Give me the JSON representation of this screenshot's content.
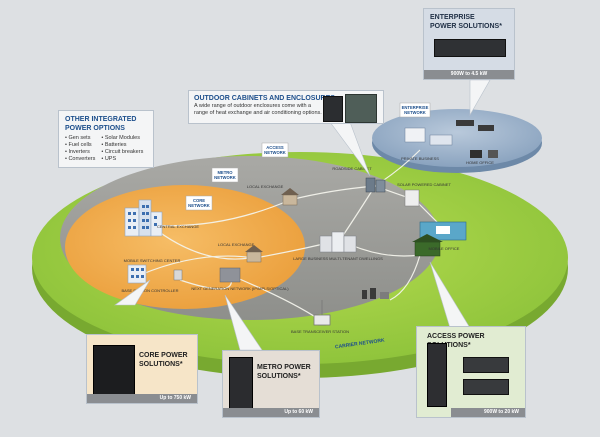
{
  "other_options": {
    "title_lines": [
      "OTHER INTEGRATED",
      "POWER OPTIONS"
    ],
    "col1": [
      "• Gen sets",
      "• Fuel cells",
      "• Inverters",
      "• Converters"
    ],
    "col2": [
      "• Solar Modules",
      "• Batteries",
      "• Circuit breakers",
      "• UPS"
    ]
  },
  "outdoor": {
    "title": "OUTDOOR CABINETS AND ENCLOSURES",
    "desc_lines": [
      "A wide range of outdoor enclosures come with a",
      "range of heat exchange and air conditioning options."
    ]
  },
  "enterprise_callout": {
    "title_lines": [
      "ENTERPRISE",
      "POWER SOLUTIONS*"
    ],
    "range": "900W  to  4.5 kW"
  },
  "core": {
    "title_lines": [
      "CORE POWER",
      "SOLUTIONS*"
    ],
    "range": "Up to 750 kW"
  },
  "metro_callout": {
    "title_lines": [
      "METRO POWER",
      "SOLUTIONS*"
    ],
    "range": "Up to 60 kW"
  },
  "access_callout": {
    "title": "ACCESS POWER SOLUTIONS*",
    "range": "900W  to  20 kW"
  },
  "tags": {
    "core_network": [
      "CORE",
      "NETWORK"
    ],
    "metro_network": [
      "METRO",
      "NETWORK"
    ],
    "access_network": [
      "ACCESS",
      "NETWORK"
    ],
    "enterprise_network": [
      "ENTERPRISE",
      "NETWORK"
    ]
  },
  "labels": {
    "carrier_network": "CARRIER NETWORK",
    "central_exchange": "CENTRAL EXCHANGE",
    "local_exchange": "LOCAL EXCHANGE",
    "local_exchange2": "LOCAL EXCHANGE",
    "mobile_switching": "MOBILE SWITCHING CENTER",
    "base_station": "BASE STATION CONTROLLER",
    "next_gen": "NEXT GENERATION NETWORK (IP/MPLS/OPTICAL)",
    "large_business": "LARGE BUSINESS MULTI-TENANT DWELLINGS",
    "roadside_cabinet": "ROADSIDE CABINET",
    "solar_powered": "SOLAR POWERED CABINET",
    "mobile_office": "MOBILE OFFICE",
    "base_transceiver": "BASE TRANSCEIVER STATION",
    "private_business": "PRIVATE BUSINESS",
    "home_office": "HOME OFFICE"
  }
}
